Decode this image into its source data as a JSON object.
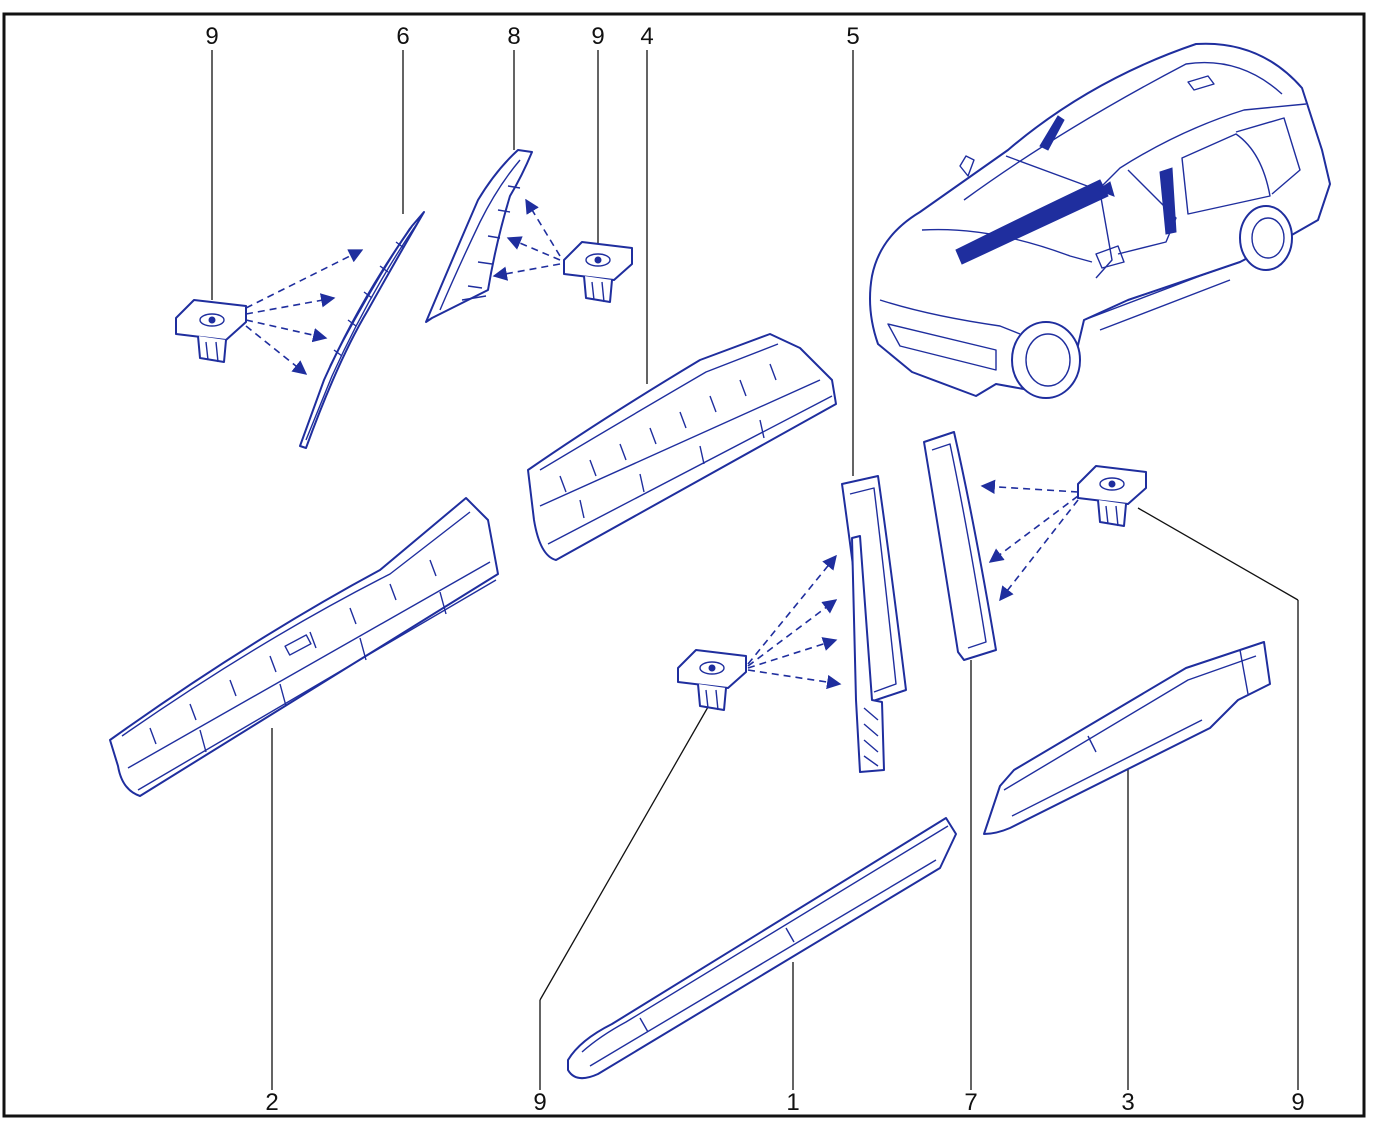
{
  "diagram": {
    "line_color": "#1f2e9e",
    "callouts": {
      "top": [
        "9",
        "6",
        "8",
        "9",
        "4",
        "5"
      ],
      "bottom": [
        "2",
        "9",
        "1",
        "7",
        "3",
        "9"
      ]
    }
  }
}
